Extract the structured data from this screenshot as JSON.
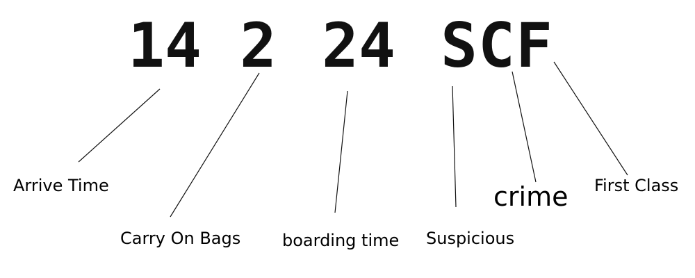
{
  "code": {
    "arrive": "14",
    "bags": "2",
    "boarding": "24",
    "suspicious": "S",
    "crime": "C",
    "class": "F"
  },
  "labels": {
    "arrive_time": "Arrive Time",
    "carry_on_bags": "Carry On Bags",
    "boarding_time": "boarding time",
    "suspicious": "Suspicious",
    "crime": "crime",
    "first_class": "First Class"
  },
  "colors": {
    "text": "#000000",
    "lines": "#111111",
    "background": "#ffffff"
  }
}
